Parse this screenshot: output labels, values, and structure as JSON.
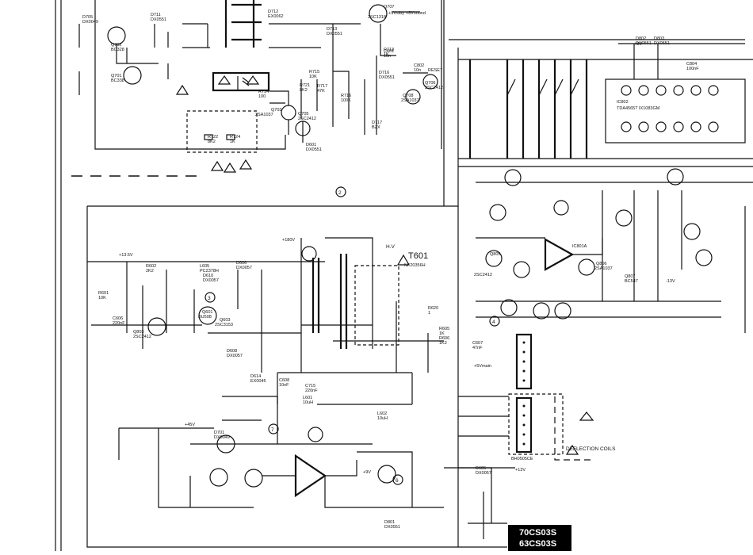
{
  "models": [
    "70CS03S",
    "63CS03S"
  ],
  "section_markers": [
    "2",
    "3",
    "4",
    "6",
    "7"
  ],
  "transformer": {
    "ref": "T601",
    "part": "NF20356H"
  },
  "hv_label": "H.V",
  "rails": [
    "+180V",
    "+13.5V",
    "+45V",
    "+13V",
    "-13V",
    "+8V",
    "+9V",
    "+8Vsound",
    "+9Vstby",
    "+5Vmain"
  ],
  "labels": {
    "deflection_coils": "DEFLECTION COILS",
    "connector": "BH0505CE",
    "reset": "RESET",
    "ic_main": "IC801A",
    "ic_right": "IC802",
    "ic_right_part": "TDA4565T IX1083GM"
  },
  "components": [
    {
      "ref": "Q701",
      "value": "BC338"
    },
    {
      "ref": "Q702",
      "value": "BC328"
    },
    {
      "ref": "Q703",
      "value": "2SA1037"
    },
    {
      "ref": "Q705",
      "value": "2SC2412"
    },
    {
      "ref": "Q706",
      "value": "2SC2412"
    },
    {
      "ref": "Q707",
      "value": "2SC1318"
    },
    {
      "ref": "Q708",
      "value": "2SA1037"
    },
    {
      "ref": "Q601",
      "value": "BU508"
    },
    {
      "ref": "Q603",
      "value": "2SC3153"
    },
    {
      "ref": "Q803",
      "value": "2SC2412"
    },
    {
      "ref": "Q805",
      "value": "2SC2412"
    },
    {
      "ref": "Q806",
      "value": "2SA1037"
    },
    {
      "ref": "Q807",
      "value": "BC547"
    },
    {
      "ref": "D701",
      "value": "DX0049"
    },
    {
      "ref": "D705",
      "value": "DX0049"
    },
    {
      "ref": "D711",
      "value": "DX0551"
    },
    {
      "ref": "D712",
      "value": "EX0062"
    },
    {
      "ref": "D713",
      "value": "DX0551"
    },
    {
      "ref": "D716",
      "value": "DX0551"
    },
    {
      "ref": "D717",
      "value": "BZX"
    },
    {
      "ref": "D601",
      "value": "DX0551"
    },
    {
      "ref": "D605",
      "value": "DX0057"
    },
    {
      "ref": "D606",
      "value": "DX0057"
    },
    {
      "ref": "D608",
      "value": "DX0057"
    },
    {
      "ref": "D610",
      "value": "DX0057"
    },
    {
      "ref": "D614",
      "value": "EX0045"
    },
    {
      "ref": "D801",
      "value": "DX0551"
    },
    {
      "ref": "D802",
      "value": "DX0551"
    },
    {
      "ref": "D803",
      "value": "DX0551"
    },
    {
      "ref": "R601",
      "value": "10K"
    },
    {
      "ref": "R602",
      "value": "2K2"
    },
    {
      "ref": "R605",
      "value": "1K"
    },
    {
      "ref": "R606",
      "value": "1K2"
    },
    {
      "ref": "R620",
      "value": "1"
    },
    {
      "ref": "R713",
      "value": "1K"
    },
    {
      "ref": "R714",
      "value": "100"
    },
    {
      "ref": "R715",
      "value": "10K"
    },
    {
      "ref": "R716",
      "value": "100K"
    },
    {
      "ref": "R717",
      "value": "47K"
    },
    {
      "ref": "R721",
      "value": "8K2"
    },
    {
      "ref": "R722",
      "value": "8K2"
    },
    {
      "ref": "R724",
      "value": "1K"
    },
    {
      "ref": "C601",
      "value": "10n"
    },
    {
      "ref": "C606",
      "value": "220nF"
    },
    {
      "ref": "C607",
      "value": "47nF"
    },
    {
      "ref": "C608",
      "value": "10nF"
    },
    {
      "ref": "C715",
      "value": "220nF"
    },
    {
      "ref": "C802",
      "value": "10n"
    },
    {
      "ref": "C804",
      "value": "100nF"
    },
    {
      "ref": "L601",
      "value": "10uH"
    },
    {
      "ref": "L602",
      "value": "10uH"
    },
    {
      "ref": "L605",
      "value": "PC2378H"
    }
  ]
}
